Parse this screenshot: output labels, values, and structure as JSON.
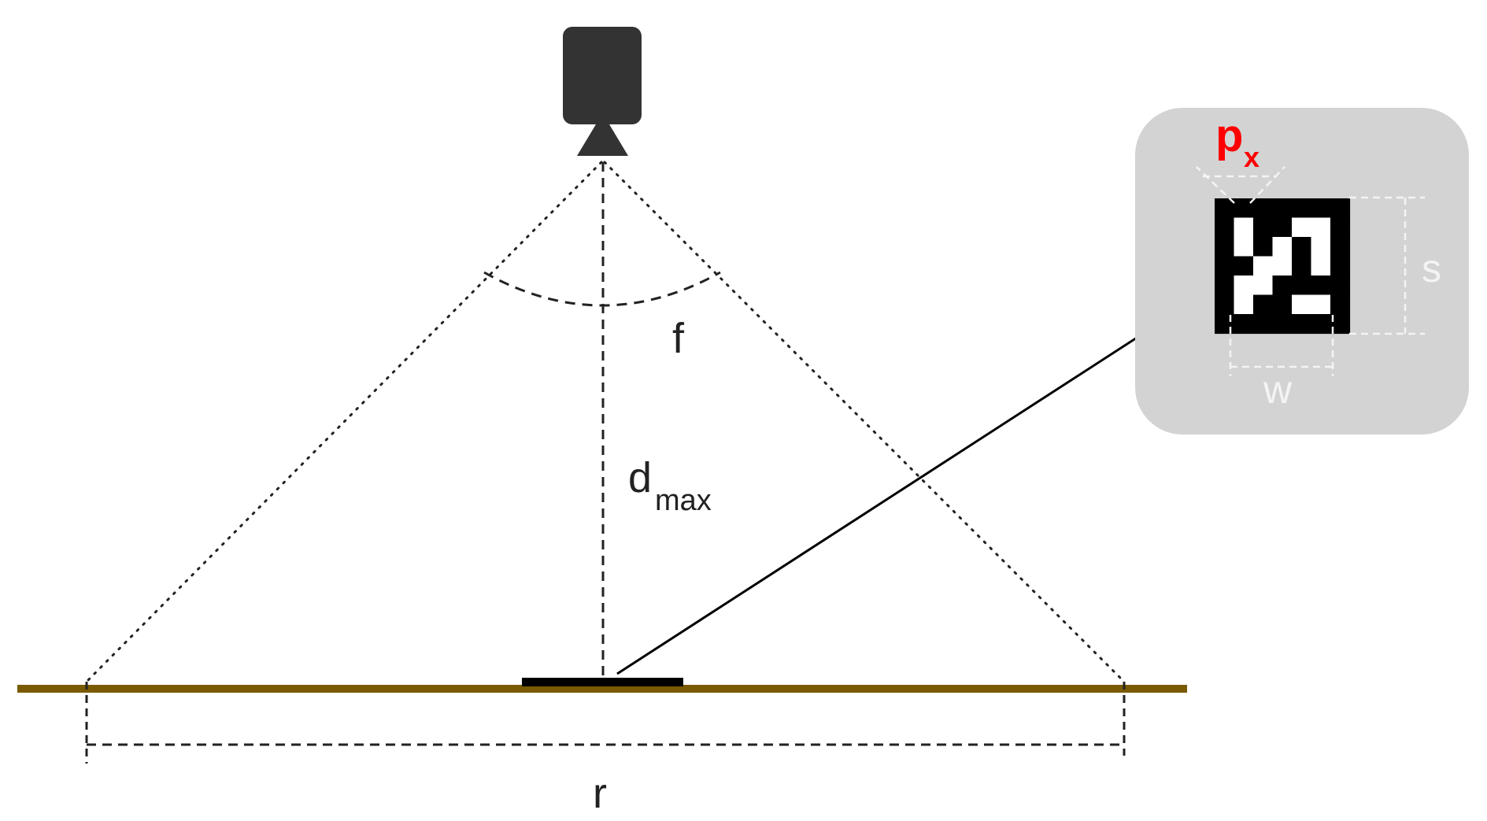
{
  "labels": {
    "focal": "f",
    "distance_main": "d",
    "distance_sub": "max",
    "range": "r",
    "marker_size": "s",
    "marker_width": "w",
    "pixel_main": "p",
    "pixel_sub": "x"
  },
  "marker_grid": [
    [
      0,
      0,
      0,
      0,
      0,
      0,
      0
    ],
    [
      0,
      1,
      0,
      0,
      1,
      1,
      0
    ],
    [
      0,
      1,
      0,
      1,
      0,
      1,
      0
    ],
    [
      0,
      0,
      1,
      1,
      0,
      1,
      0
    ],
    [
      0,
      1,
      1,
      0,
      0,
      0,
      0
    ],
    [
      0,
      1,
      0,
      0,
      1,
      1,
      0
    ],
    [
      0,
      0,
      0,
      0,
      0,
      0,
      0
    ]
  ],
  "colors": {
    "camera": "#333333",
    "ground": "#7a5a00",
    "inset_bg": "#d3d3d3",
    "inset_lines": "#f4f4f4",
    "pixel_label": "#ff0000",
    "marker_black": "#000000",
    "marker_white": "#ffffff"
  },
  "icons": {
    "camera": "camera-icon",
    "marker": "aruco-marker-icon"
  }
}
